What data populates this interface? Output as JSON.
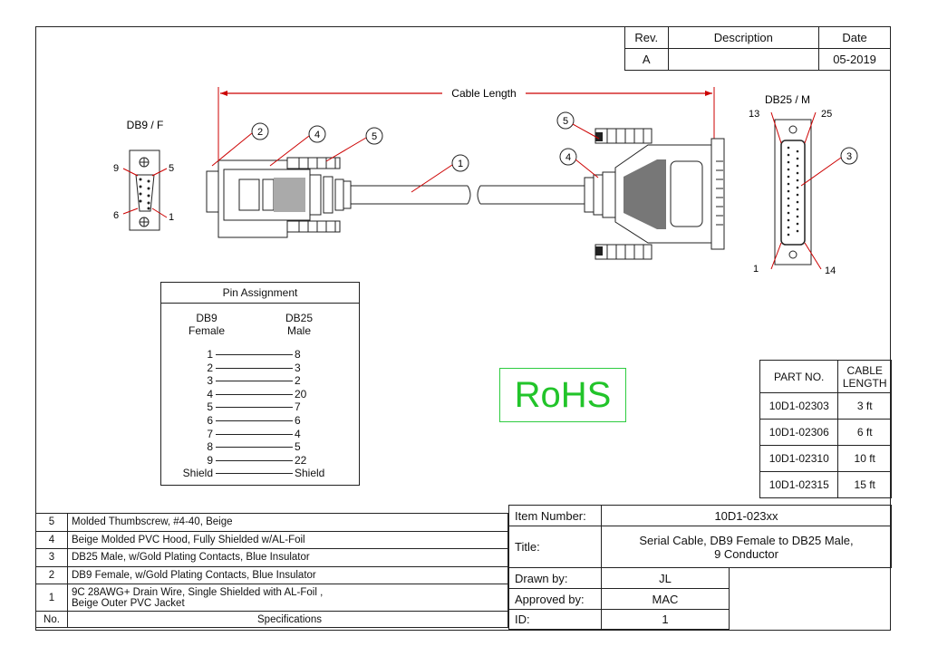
{
  "revision_table": {
    "headers": [
      "Rev.",
      "Description",
      "Date"
    ],
    "row": {
      "rev": "A",
      "description": "",
      "date": "05-2019"
    }
  },
  "drawing": {
    "cable_length_label": "Cable Length",
    "db9_label": "DB9 / F",
    "db25_label": "DB25 / M",
    "db9_pins": {
      "tl": "9",
      "tr": "5",
      "bl": "6",
      "br": "1"
    },
    "db25_pins": {
      "tl": "13",
      "tr": "25",
      "bl": "1",
      "br": "14"
    },
    "callouts": [
      "1",
      "2",
      "3",
      "4",
      "5"
    ]
  },
  "pin_assignment": {
    "title": "Pin Assignment",
    "left_header": "DB9\nFemale",
    "left_header_1": "DB9",
    "left_header_2": "Female",
    "right_header_1": "DB25",
    "right_header_2": "Male",
    "rows": [
      {
        "l": "1",
        "r": "8"
      },
      {
        "l": "2",
        "r": "3"
      },
      {
        "l": "3",
        "r": "2"
      },
      {
        "l": "4",
        "r": "20"
      },
      {
        "l": "5",
        "r": "7"
      },
      {
        "l": "6",
        "r": "6"
      },
      {
        "l": "7",
        "r": "4"
      },
      {
        "l": "8",
        "r": "5"
      },
      {
        "l": "9",
        "r": "22"
      },
      {
        "l": "Shield",
        "r": "Shield"
      }
    ]
  },
  "rohs": "RoHS",
  "part_table": {
    "header_part": "PART NO.",
    "header_length": "CABLE LENGTH",
    "rows": [
      {
        "part": "10D1-02303",
        "length": "3 ft"
      },
      {
        "part": "10D1-02306",
        "length": "6 ft"
      },
      {
        "part": "10D1-02310",
        "length": "10 ft"
      },
      {
        "part": "10D1-02315",
        "length": "15 ft"
      }
    ]
  },
  "specifications": {
    "rows": [
      {
        "no": "5",
        "text": "Molded Thumbscrew, #4-40,  Beige"
      },
      {
        "no": "4",
        "text": "Beige Molded PVC Hood, Fully Shielded w/AL-Foil"
      },
      {
        "no": "3",
        "text": "DB25 Male, w/Gold Plating Contacts, Blue Insulator"
      },
      {
        "no": "2",
        "text": "DB9 Female, w/Gold Plating Contacts, Blue Insulator"
      },
      {
        "no": "1",
        "text": "9C 28AWG+ Drain Wire, Single Shielded with AL-Foil ,",
        "text2": "Beige Outer PVC Jacket"
      }
    ],
    "footer_no": "No.",
    "footer_spec": "Specifications"
  },
  "info": {
    "item_number_label": "Item Number:",
    "item_number": "10D1-023xx",
    "title_label": "Title:",
    "title_1": "Serial Cable, DB9 Female to DB25 Male,",
    "title_2": "9 Conductor",
    "drawn_by_label": "Drawn by:",
    "drawn_by": "JL",
    "approved_by_label": "Approved by:",
    "approved_by": "MAC",
    "id_label": "ID:",
    "id": "1"
  }
}
